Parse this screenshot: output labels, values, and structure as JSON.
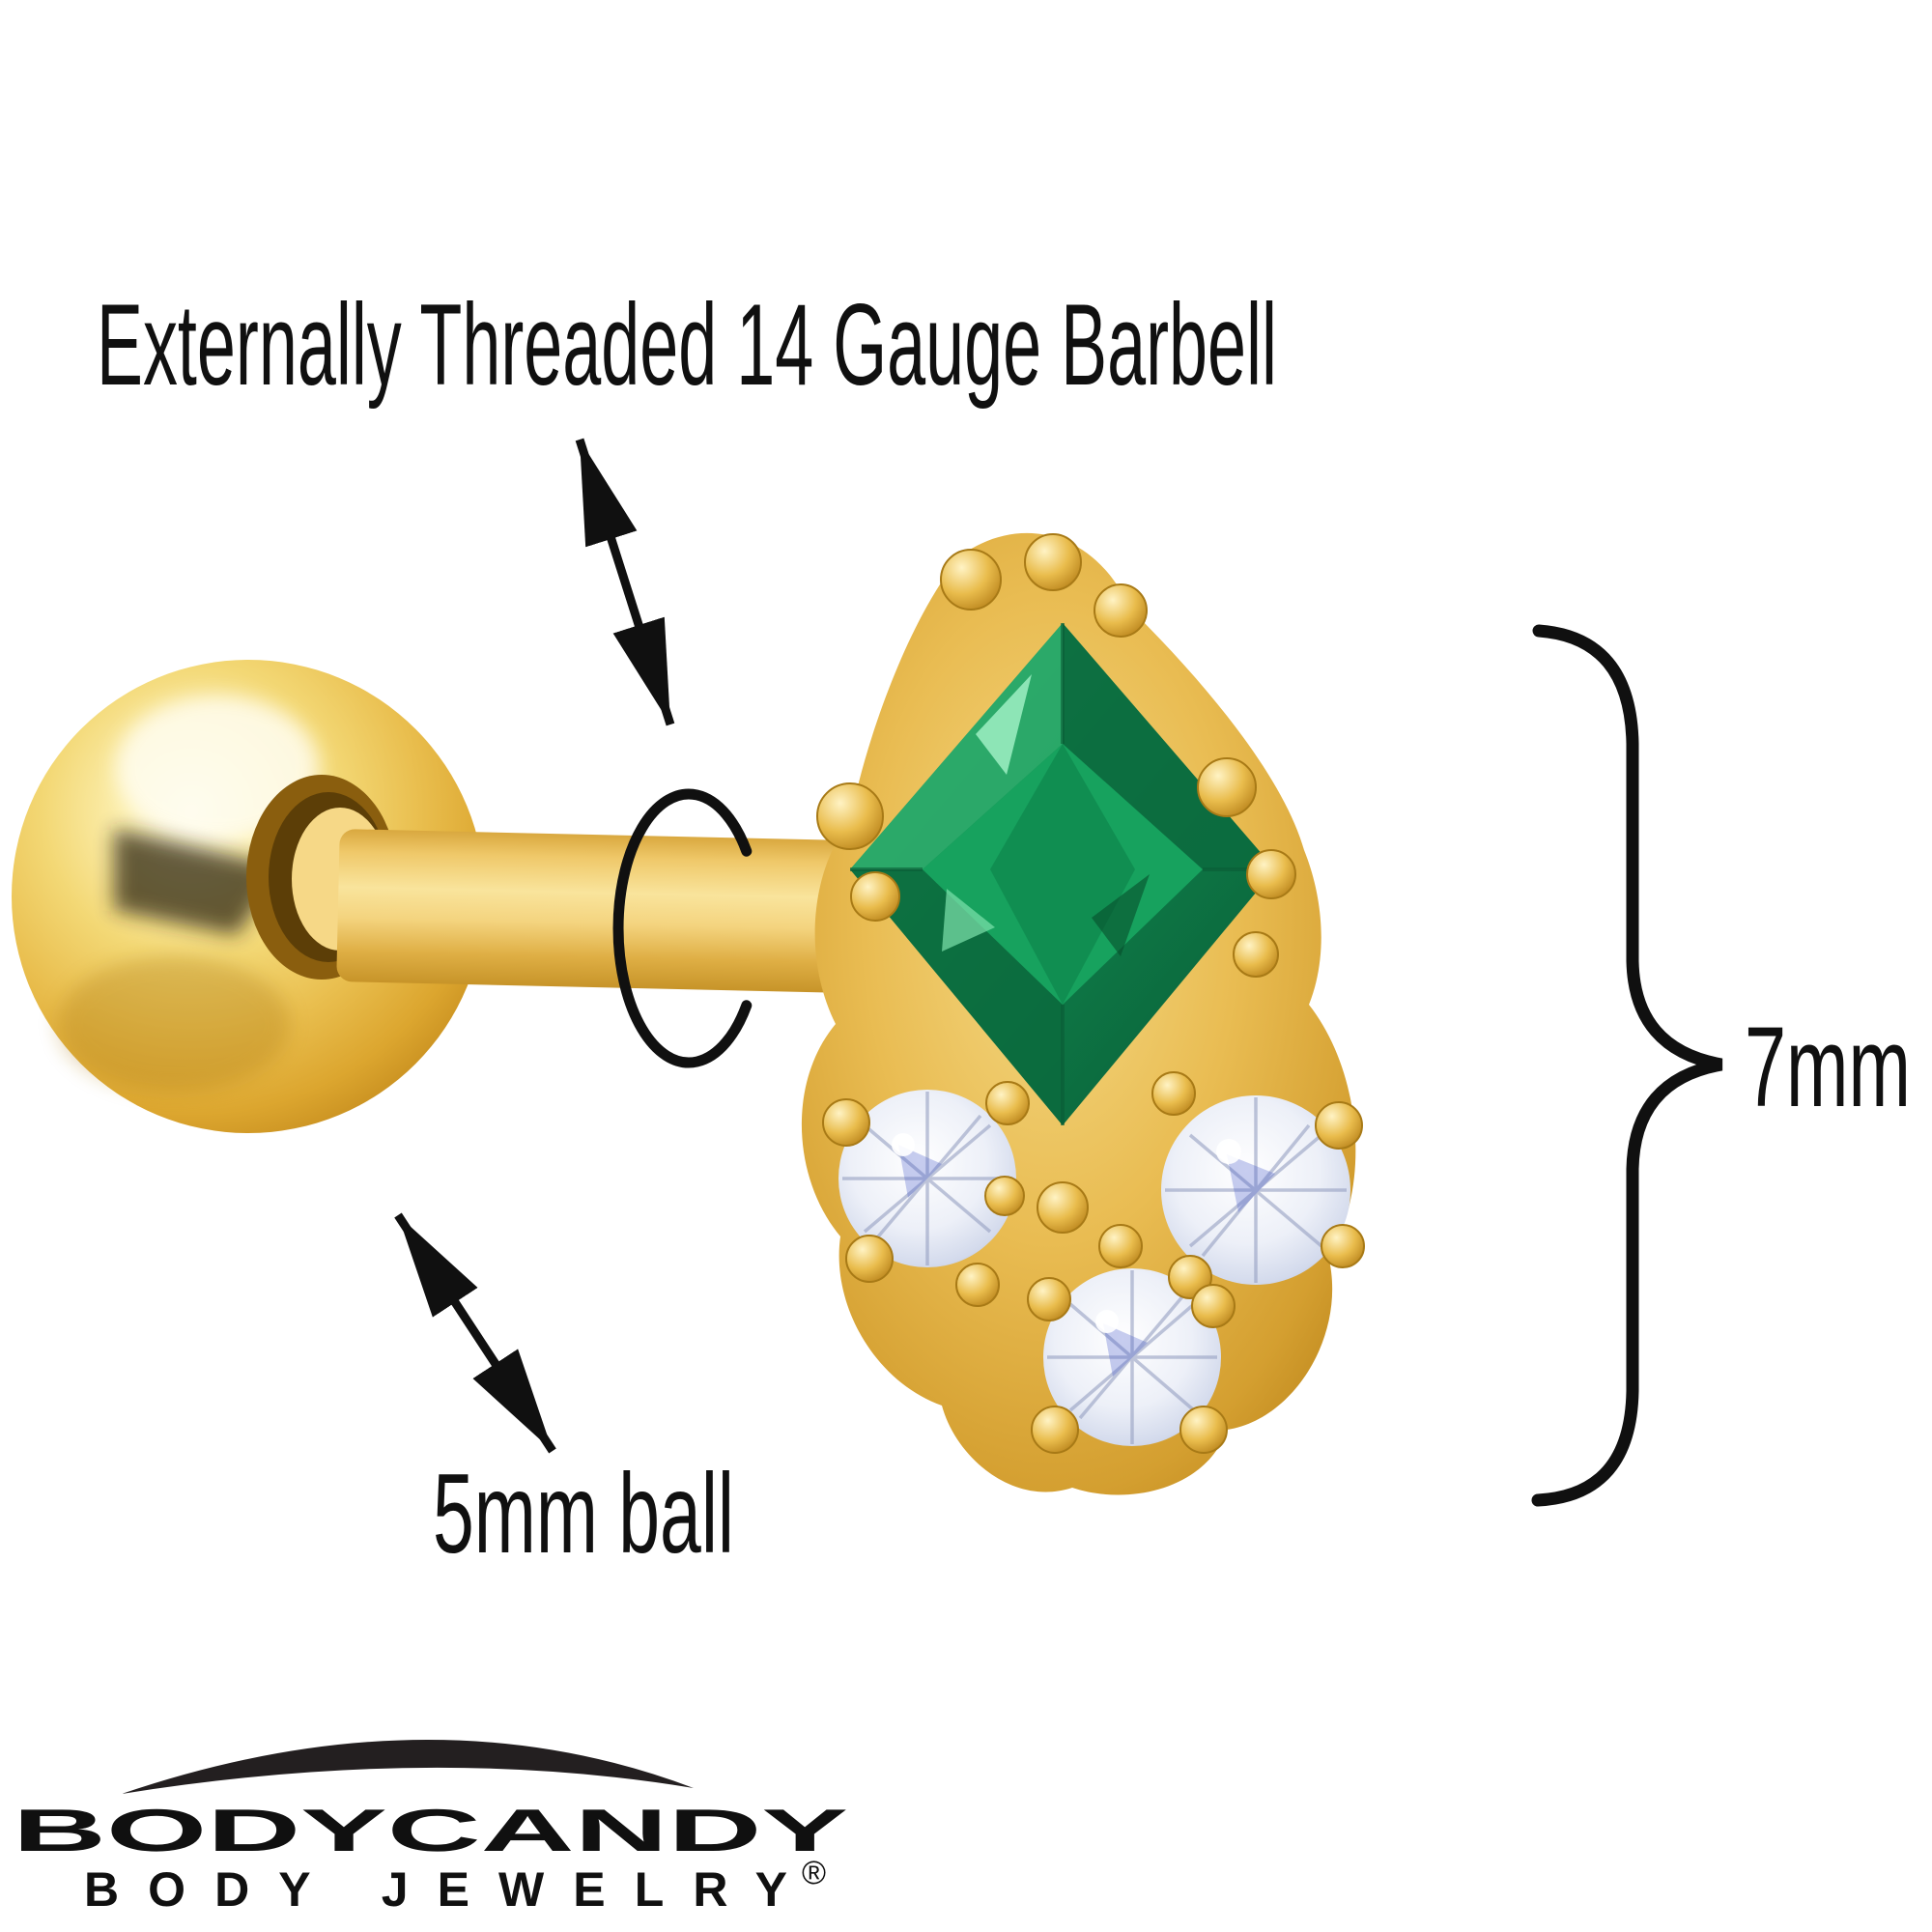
{
  "labels": {
    "barbell": "Externally Threaded 14 Gauge Barbell",
    "gem_height": "7mm",
    "ball": "5mm ball"
  },
  "logo": {
    "brand": "BODYCANDY",
    "tagline": "BODY JEWELRY",
    "registered_mark": "®"
  },
  "icons": {
    "barbell_arrow": "double-headed-arrow",
    "ball_arrow": "double-headed-arrow",
    "shaft_marker": "open-ellipse",
    "height_marker": "curly-brace-right"
  },
  "colors": {
    "background": "#FFFFFF",
    "annotation_black": "#101010",
    "gold": "#E9BE4E",
    "gold_deep": "#C08619",
    "gold_highlight": "#FFF8DC",
    "gem_green": "#12824E",
    "cz_silver": "#D9DFEE",
    "logo_black": "#231F20"
  }
}
